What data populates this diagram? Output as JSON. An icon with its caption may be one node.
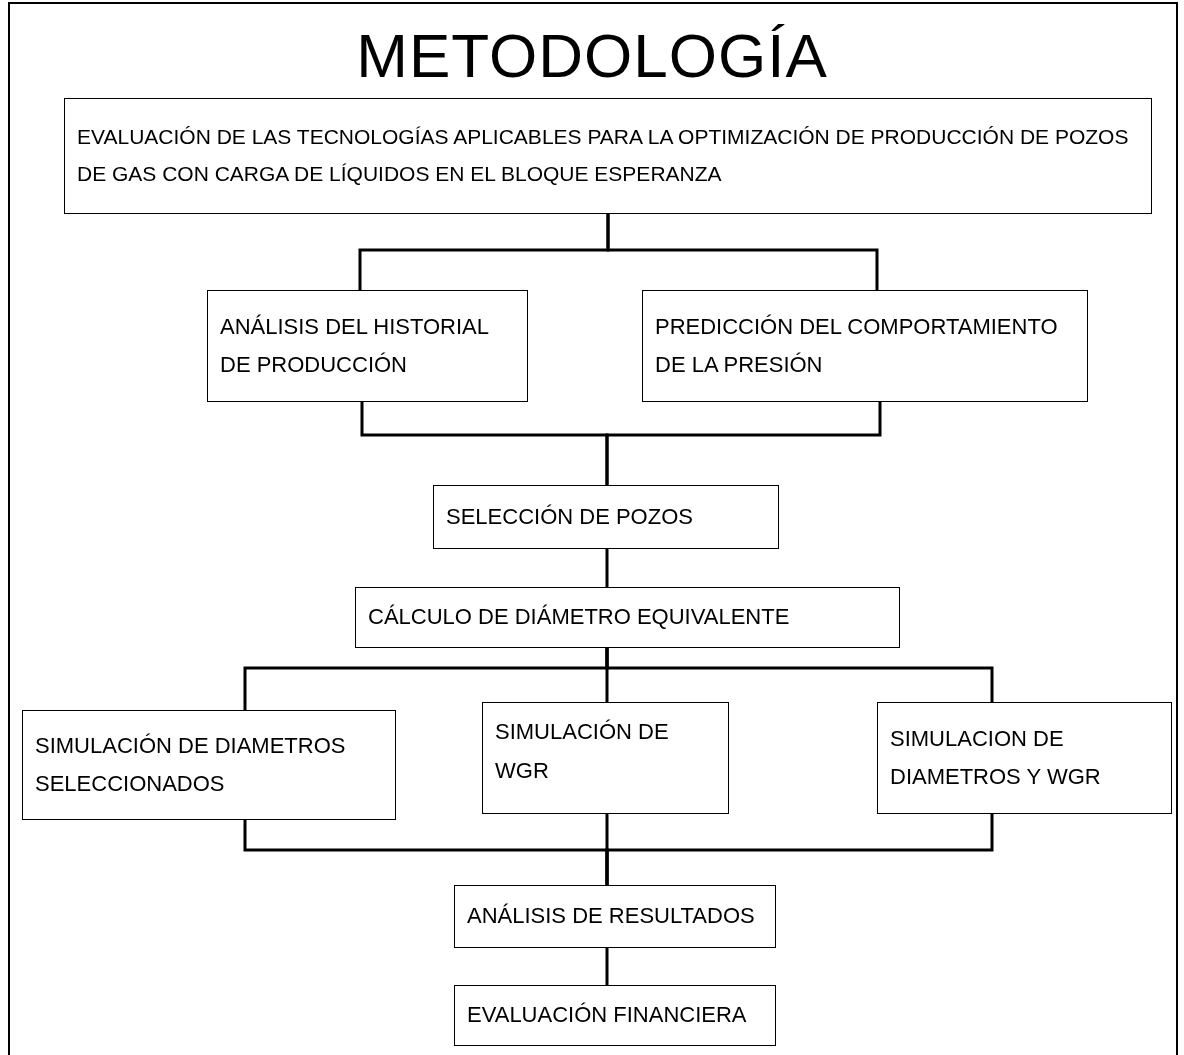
{
  "diagram": {
    "title": "METODOLOGÍA",
    "nodes": [
      {
        "text": [
          "EVALUACIÓN DE LAS TECNOLOGÍAS APLICABLES PARA LA OPTIMIZACIÓN DE PRODUCCIÓN DE POZOS DE GAS CON CARGA DE LÍQUIDOS EN EL BLOQUE ESPERANZA"
        ]
      },
      {
        "text": [
          "ANÁLISIS DEL HISTORIAL DE PRODUCCIÓN"
        ]
      },
      {
        "text": [
          "PREDICCIÓN DEL COMPORTAMIENTO DE LA PRESIÓN"
        ]
      },
      {
        "text": [
          "SELECCIÓN DE POZOS"
        ]
      },
      {
        "text": [
          "CÁLCULO DE DIÁMETRO EQUIVALENTE"
        ]
      },
      {
        "text": [
          "SIMULACIÓN DE DIAMETROS SELECCIONADOS"
        ]
      },
      {
        "text": [
          "SIMULACIÓN DE WGR"
        ]
      },
      {
        "text": [
          "SIMULACION DE DIAMETROS Y WGR"
        ]
      },
      {
        "text": [
          "ANÁLISIS DE RESULTADOS"
        ]
      },
      {
        "text": [
          "EVALUACIÓN FINANCIERA"
        ]
      }
    ],
    "edges": [
      {
        "from": 0,
        "to": 1,
        "arrow": "none"
      },
      {
        "from": 0,
        "to": 2,
        "arrow": "none"
      },
      {
        "from": 1,
        "to": 3,
        "arrow": "none"
      },
      {
        "from": 2,
        "to": 3,
        "arrow": "none"
      },
      {
        "from": 3,
        "to": 4,
        "arrow": "none"
      },
      {
        "from": 4,
        "to": 5,
        "arrow": "none"
      },
      {
        "from": 4,
        "to": 6,
        "arrow": "none"
      },
      {
        "from": 4,
        "to": 7,
        "arrow": "none"
      },
      {
        "from": 5,
        "to": 8,
        "arrow": "none"
      },
      {
        "from": 6,
        "to": 8,
        "arrow": "none"
      },
      {
        "from": 7,
        "to": 8,
        "arrow": "none"
      },
      {
        "from": 8,
        "to": 9,
        "arrow": "none"
      }
    ]
  }
}
